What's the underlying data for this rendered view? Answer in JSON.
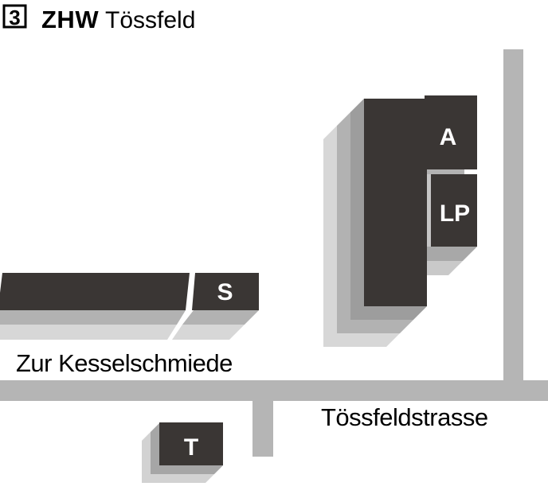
{
  "header": {
    "number": "3",
    "org": "ZHW",
    "site": "Tössfeld"
  },
  "map": {
    "buildings": {
      "a": "A",
      "lp": "LP",
      "s": "S",
      "t": "T"
    },
    "streets": {
      "kesselschmiede": "Zur Kesselschmiede",
      "toessfeld": "Tössfeldstrasse"
    }
  },
  "colors": {
    "background": "#ffffff",
    "building_dark": "#3a3634",
    "building_label": "#ffffff",
    "street_gray": "#b5b5b5",
    "shadow_near": "#9d9d9d",
    "shadow_mid": "#b2b2b2",
    "shadow_far": "#d7d7d7",
    "shadow_t_near": "#a6a6a6",
    "shadow_t_far": "#d2d2d2",
    "lp_gap_top": "#b2b2b2",
    "lp_gap_left": "#c6c6c6",
    "lp_shadow_near": "#a8a8a8",
    "lp_shadow_far": "#c9c9c9",
    "outline_black": "#000000"
  }
}
